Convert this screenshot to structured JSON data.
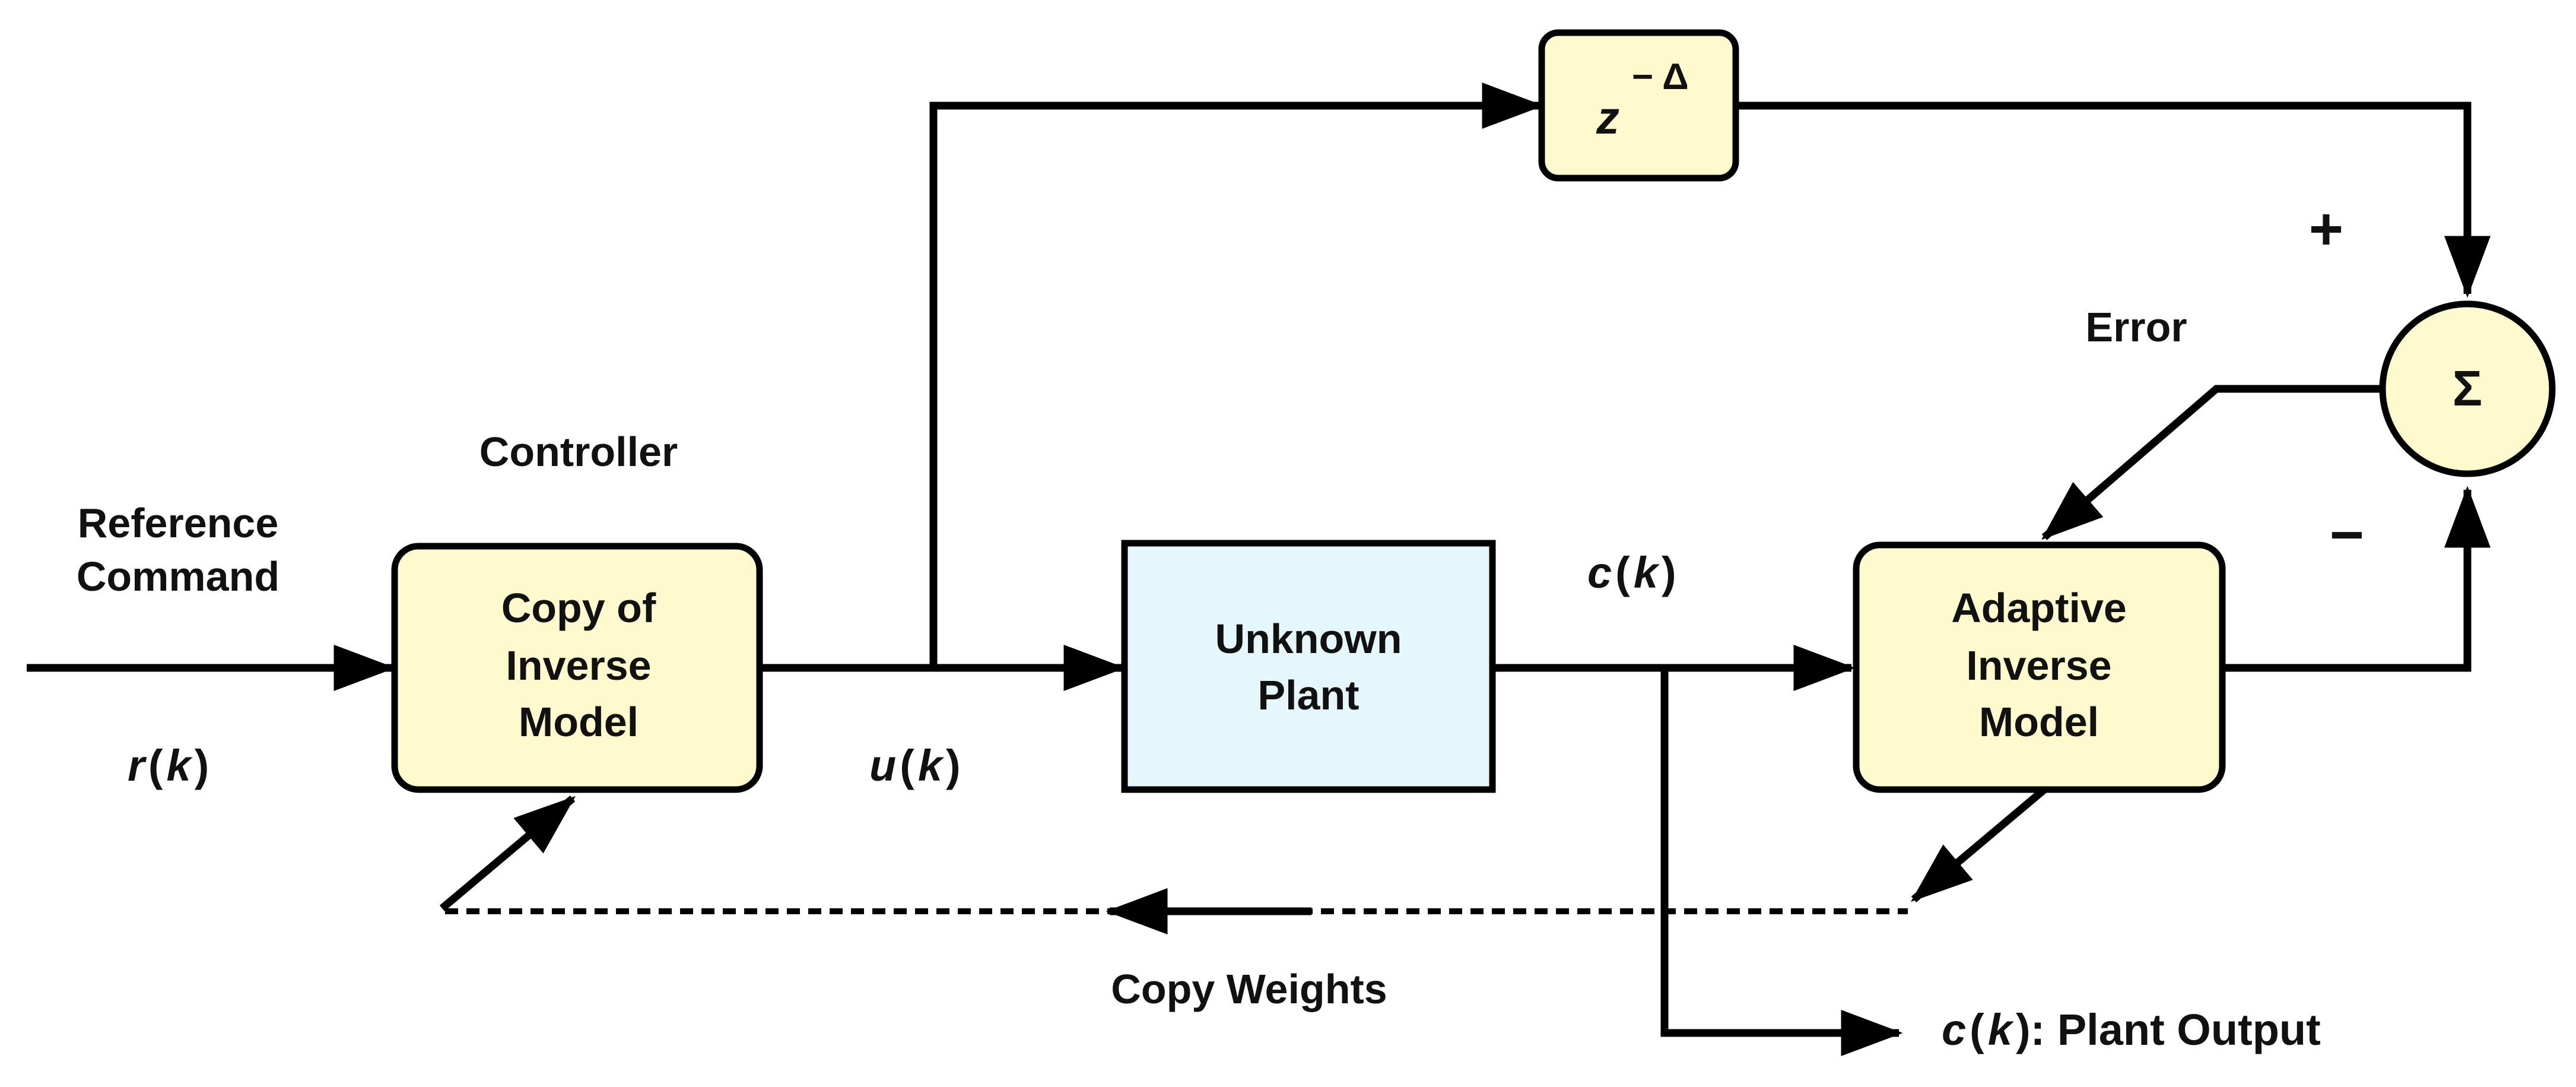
{
  "blocks": {
    "copy_inverse_model": {
      "line1": "Copy of",
      "line2": "Inverse",
      "line3": "Model"
    },
    "unknown_plant": {
      "line1": "Unknown",
      "line2": "Plant"
    },
    "adaptive_inverse_model": {
      "line1": "Adaptive",
      "line2": "Inverse",
      "line3": "Model"
    },
    "delay": {
      "base": "z",
      "exponent": "− Δ"
    },
    "summer": {
      "symbol": "Σ"
    }
  },
  "labels": {
    "reference_line1": "Reference",
    "reference_line2": "Command",
    "controller": "Controller",
    "error": "Error",
    "plus": "+",
    "minus": "−",
    "copy_weights": "Copy Weights"
  },
  "signals": {
    "r": {
      "sym": "r",
      "open": "(",
      "arg": "k",
      "close": ")"
    },
    "u": {
      "sym": "u",
      "open": "(",
      "arg": "k",
      "close": ")"
    },
    "c": {
      "sym": "c",
      "open": "(",
      "arg": "k",
      "close": ")"
    },
    "c_out": {
      "sym": "c",
      "open": "(",
      "arg": "k",
      "close": ")",
      "suffix": ": Plant Output"
    }
  },
  "colors": {
    "block_fill": "#FFFACD",
    "plant_fill": "#E6F7FC",
    "stroke": "#000000"
  }
}
